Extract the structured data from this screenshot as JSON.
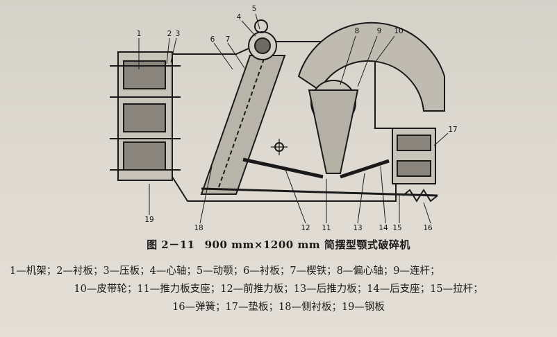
{
  "figure": {
    "labels": [
      {
        "num": "1"
      },
      {
        "num": "2"
      },
      {
        "num": "3"
      },
      {
        "num": "4"
      },
      {
        "num": "5"
      },
      {
        "num": "6"
      },
      {
        "num": "7"
      },
      {
        "num": "8"
      },
      {
        "num": "9"
      },
      {
        "num": "10"
      },
      {
        "num": "11"
      },
      {
        "num": "12"
      },
      {
        "num": "13"
      },
      {
        "num": "14"
      },
      {
        "num": "15"
      },
      {
        "num": "16"
      },
      {
        "num": "17"
      },
      {
        "num": "18"
      },
      {
        "num": "19"
      }
    ]
  },
  "caption": {
    "label": "图 2－11",
    "title": "900 mm×1200 mm 简摆型颚式破碎机"
  },
  "legend": {
    "line1": "1—机架；2—衬板；3—压板；4—心轴；5—动颚；6—衬板；7—楔铁；8—偏心轴；9—连杆；",
    "line2": "10—皮带轮；11—推力板支座；12—前推力板；13—后推力板；14—后支座；15—拉杆；",
    "line3": "16—弹簧；17—垫板；18—侧衬板；19—钢板"
  }
}
